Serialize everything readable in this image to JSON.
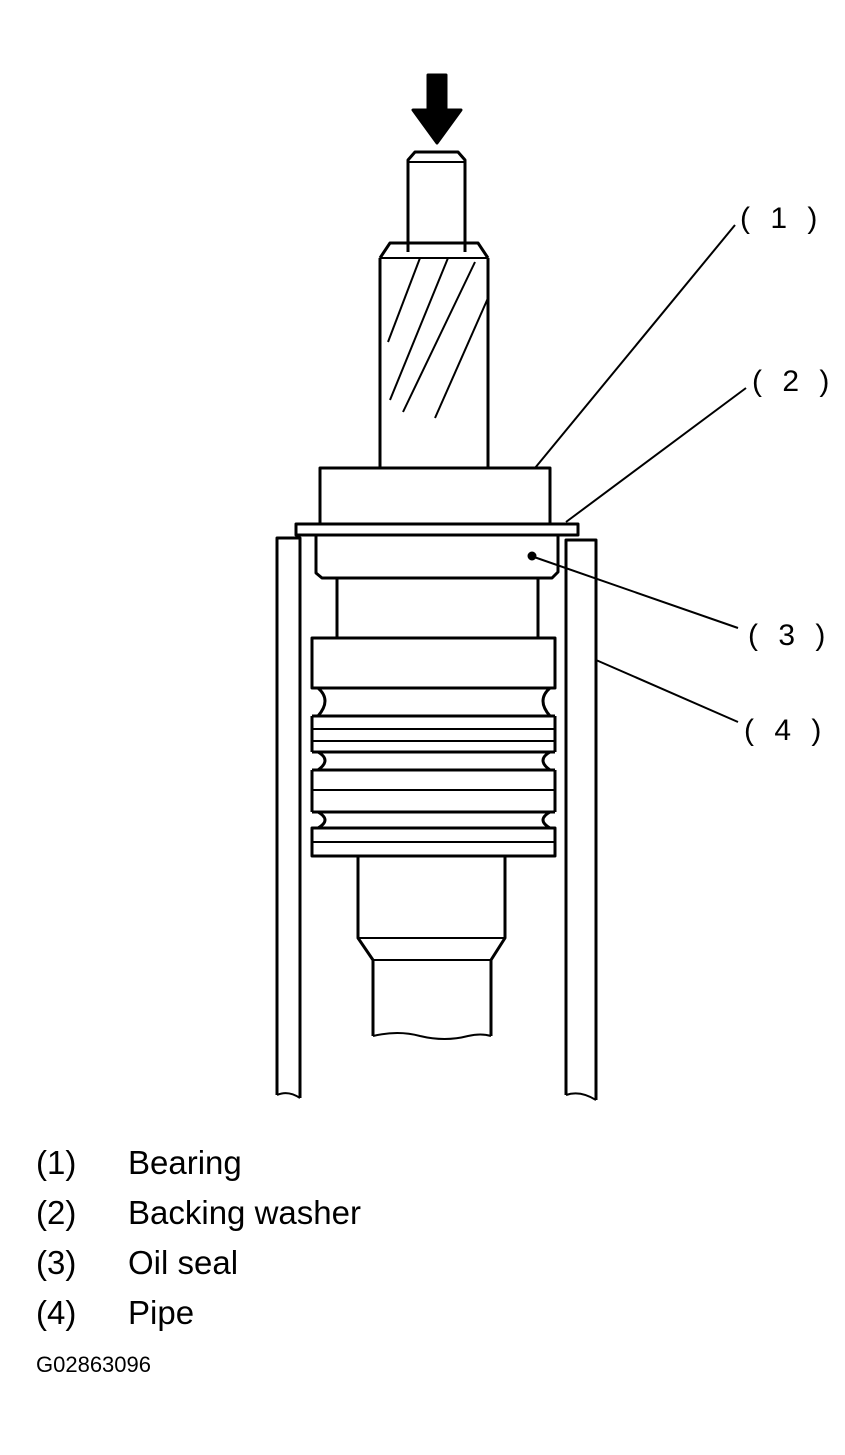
{
  "callouts": [
    {
      "label": "( 1 )"
    },
    {
      "label": "( 2 )"
    },
    {
      "label": "( 3 )"
    },
    {
      "label": "( 4 )"
    }
  ],
  "legend": [
    {
      "num": "(1)",
      "text": "Bearing"
    },
    {
      "num": "(2)",
      "text": "Backing washer"
    },
    {
      "num": "(3)",
      "text": "Oil seal"
    },
    {
      "num": "(4)",
      "text": "Pipe"
    }
  ],
  "figure_code": "G02863096",
  "colors": {
    "ink": "#000000",
    "background": "#ffffff"
  }
}
